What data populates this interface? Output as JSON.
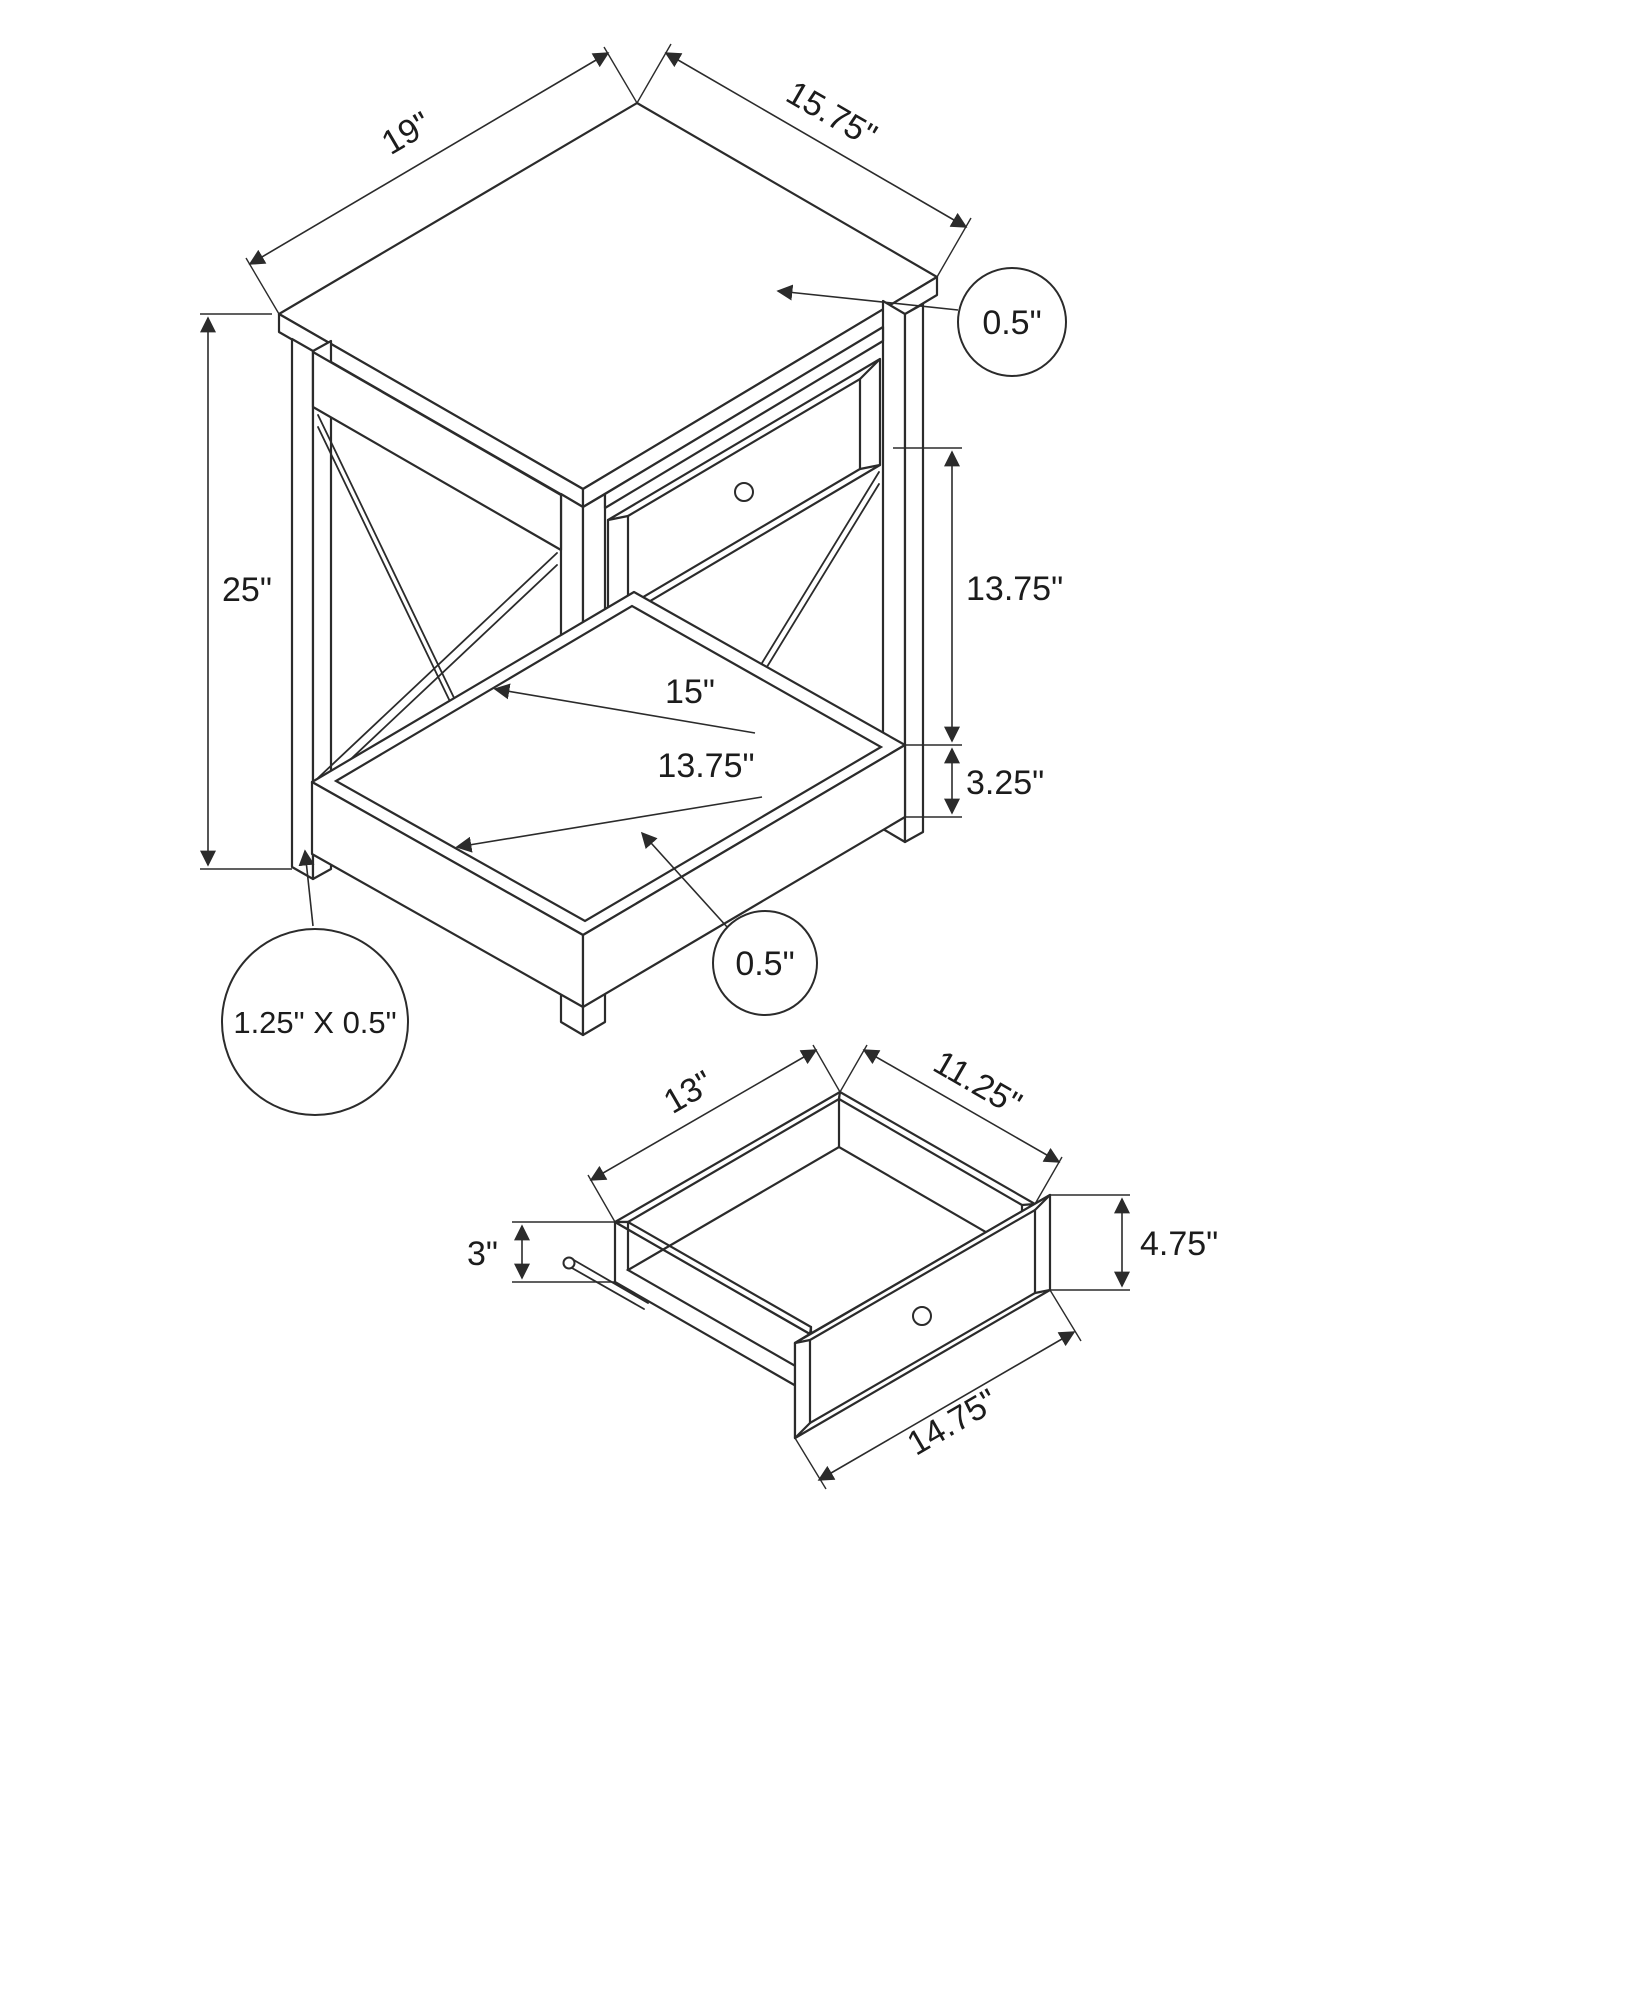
{
  "table_view": {
    "top_depth": "19\"",
    "top_width": "15.75\"",
    "top_thickness": "0.5\"",
    "overall_height": "25\"",
    "open_height": "13.75\"",
    "shelf_depth": "15\"",
    "shelf_width": "13.75\"",
    "shelf_frame_height": "3.25\"",
    "shelf_thickness": "0.5\"",
    "leg_profile": "1.25\" X 0.5\""
  },
  "drawer_view": {
    "inner_depth": "13\"",
    "inner_width": "11.25\"",
    "side_height": "3\"",
    "front_height": "4.75\"",
    "front_width": "14.75\""
  },
  "colors": {
    "line": "#2b2b2b",
    "background": "#ffffff"
  }
}
